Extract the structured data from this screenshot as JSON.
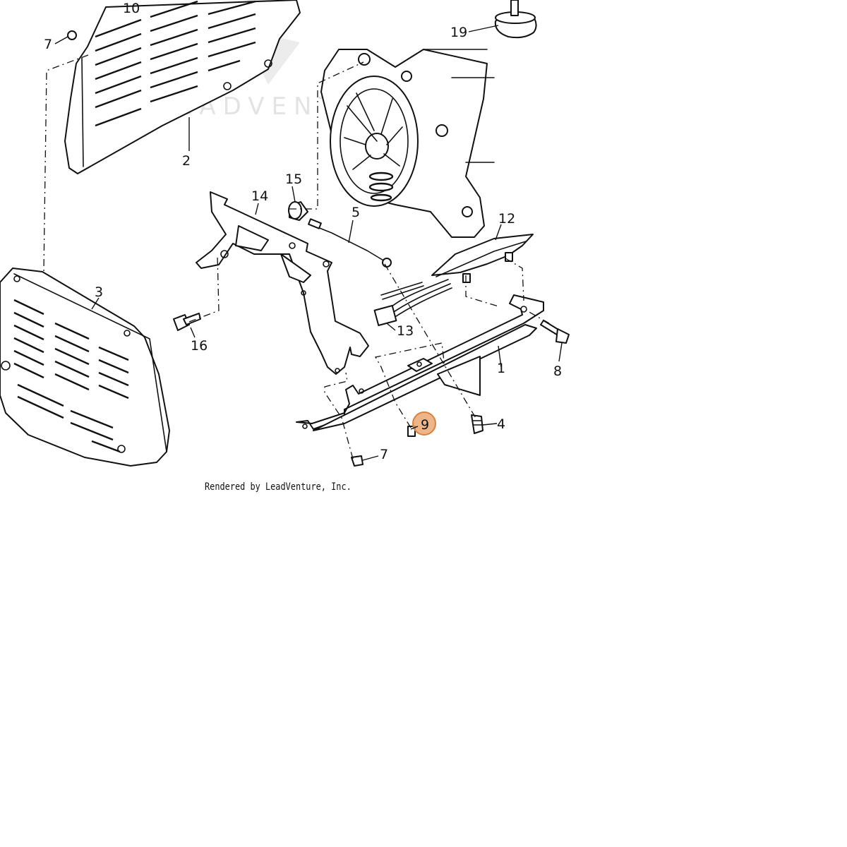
{
  "diagram": {
    "watermark_text": "LEADVENTURE",
    "credit": "Rendered by LeadVenture, Inc.",
    "highlight_color": "#eaa36b",
    "callouts": {
      "c10": "10",
      "c7_top": "7",
      "c19": "19",
      "c2": "2",
      "c15": "15",
      "c14": "14",
      "c5": "5",
      "c12": "12",
      "c3": "3",
      "c16": "16",
      "c13": "13",
      "c8": "8",
      "c1": "1",
      "c9": "9",
      "c4": "4",
      "c7_bottom": "7"
    }
  }
}
